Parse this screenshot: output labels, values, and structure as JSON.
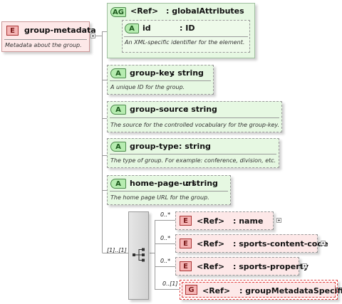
{
  "colors": {
    "attribute_fill": "#e6f8e2",
    "attribute_border": "#9fbf9f",
    "element_fill": "#fde8e8",
    "group_border": "#e04040",
    "connector": "#9a9a9a"
  },
  "root": {
    "badge": "E",
    "name": "group-metadata",
    "doc": "Metadata about the group."
  },
  "attribute_group": {
    "badge": "AG",
    "ref": "<Ref>",
    "name": ": globalAttributes",
    "attribute": {
      "badge": "A",
      "name": "id",
      "type": ": ID",
      "doc": "An XML-specific identifier for the element."
    }
  },
  "attributes": [
    {
      "badge": "A",
      "name": "group-key",
      "type": ": string",
      "doc": "A unique ID for the group.",
      "icon": "attribute-icon"
    },
    {
      "badge": "A",
      "name": "group-source",
      "type": ": string",
      "doc": "The source for the controlled vocabulary for the group-key.",
      "icon": "attribute-icon"
    },
    {
      "badge": "A",
      "name": "group-type",
      "type": ": string",
      "doc": "The type of group. For example: conference, division, etc.",
      "icon": "attribute-icon"
    },
    {
      "badge": "A",
      "name": "home-page-url",
      "type": ": string",
      "doc": "The home page URL for the group.",
      "icon": "attribute-icon"
    }
  ],
  "sequence": {
    "occurrence": "[1]..[1]",
    "icon": "sequence-compositor-icon"
  },
  "children": [
    {
      "badge": "E",
      "occurrence": "0..*",
      "ref": "<Ref>",
      "name": ": name"
    },
    {
      "badge": "E",
      "occurrence": "0..*",
      "ref": "<Ref>",
      "name": ": sports-content-code"
    },
    {
      "badge": "E",
      "occurrence": "0..*",
      "ref": "<Ref>",
      "name": ": sports-property"
    },
    {
      "badge": "G",
      "occurrence": "0..[1]",
      "ref": "<Ref>",
      "name": ": groupMetadataSpecific"
    }
  ]
}
